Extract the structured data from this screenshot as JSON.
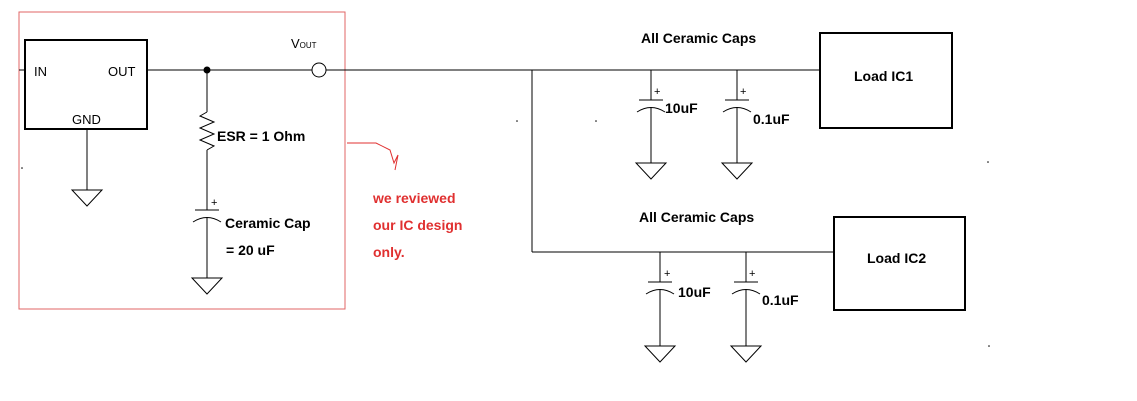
{
  "regulator": {
    "pin_in": "IN",
    "pin_out": "OUT",
    "pin_gnd": "GND",
    "vout_main": "V",
    "vout_sub": "OUT"
  },
  "output_cap": {
    "esr_label": "ESR = 1 Ohm",
    "cap_label_line1": "Ceramic Cap",
    "cap_label_line2": "= 20 uF",
    "polarity": "+"
  },
  "note": {
    "line1": "we reviewed",
    "line2": "our IC design",
    "line3": "only.",
    "color": "#e03030"
  },
  "branch1": {
    "title": "All Ceramic Caps",
    "cap1": "10uF",
    "cap2": "0.1uF",
    "load": "Load IC1",
    "polarity": "+"
  },
  "branch2": {
    "title": "All Ceramic Caps",
    "cap1": "10uF",
    "cap2": "0.1uF",
    "load": "Load IC2",
    "polarity": "+"
  }
}
